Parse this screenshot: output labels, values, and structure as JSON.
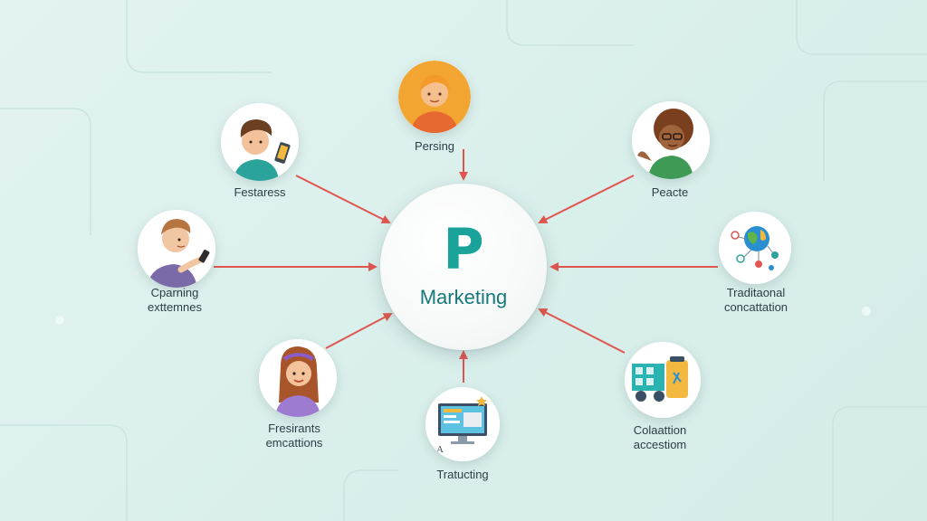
{
  "center": {
    "letter": "P",
    "title": "Marketing"
  },
  "nodes": [
    {
      "id": "top",
      "lines": [
        "Persing"
      ],
      "icon": "woman-avatar-icon"
    },
    {
      "id": "top-left",
      "lines": [
        "Festaress"
      ],
      "icon": "man-with-phone-icon"
    },
    {
      "id": "top-right",
      "lines": [
        "Peacte"
      ],
      "icon": "woman-with-glasses-icon"
    },
    {
      "id": "left",
      "lines": [
        "Cparning",
        "exttemnes"
      ],
      "icon": "man-texting-icon"
    },
    {
      "id": "right",
      "lines": [
        "Traditaonal",
        "concattation"
      ],
      "icon": "globe-network-icon"
    },
    {
      "id": "bottom-left",
      "lines": [
        "Fresirants",
        "emcattions"
      ],
      "icon": "woman-headband-icon"
    },
    {
      "id": "bottom",
      "lines": [
        "Tratucting"
      ],
      "icon": "computer-screen-icon"
    },
    {
      "id": "bottom-right",
      "lines": [
        "Colaattion",
        "accestiom"
      ],
      "icon": "delivery-truck-icon"
    }
  ],
  "colors": {
    "arrow": "#e0564f",
    "accent": "#1aa39a",
    "hub_text": "#16797a"
  }
}
